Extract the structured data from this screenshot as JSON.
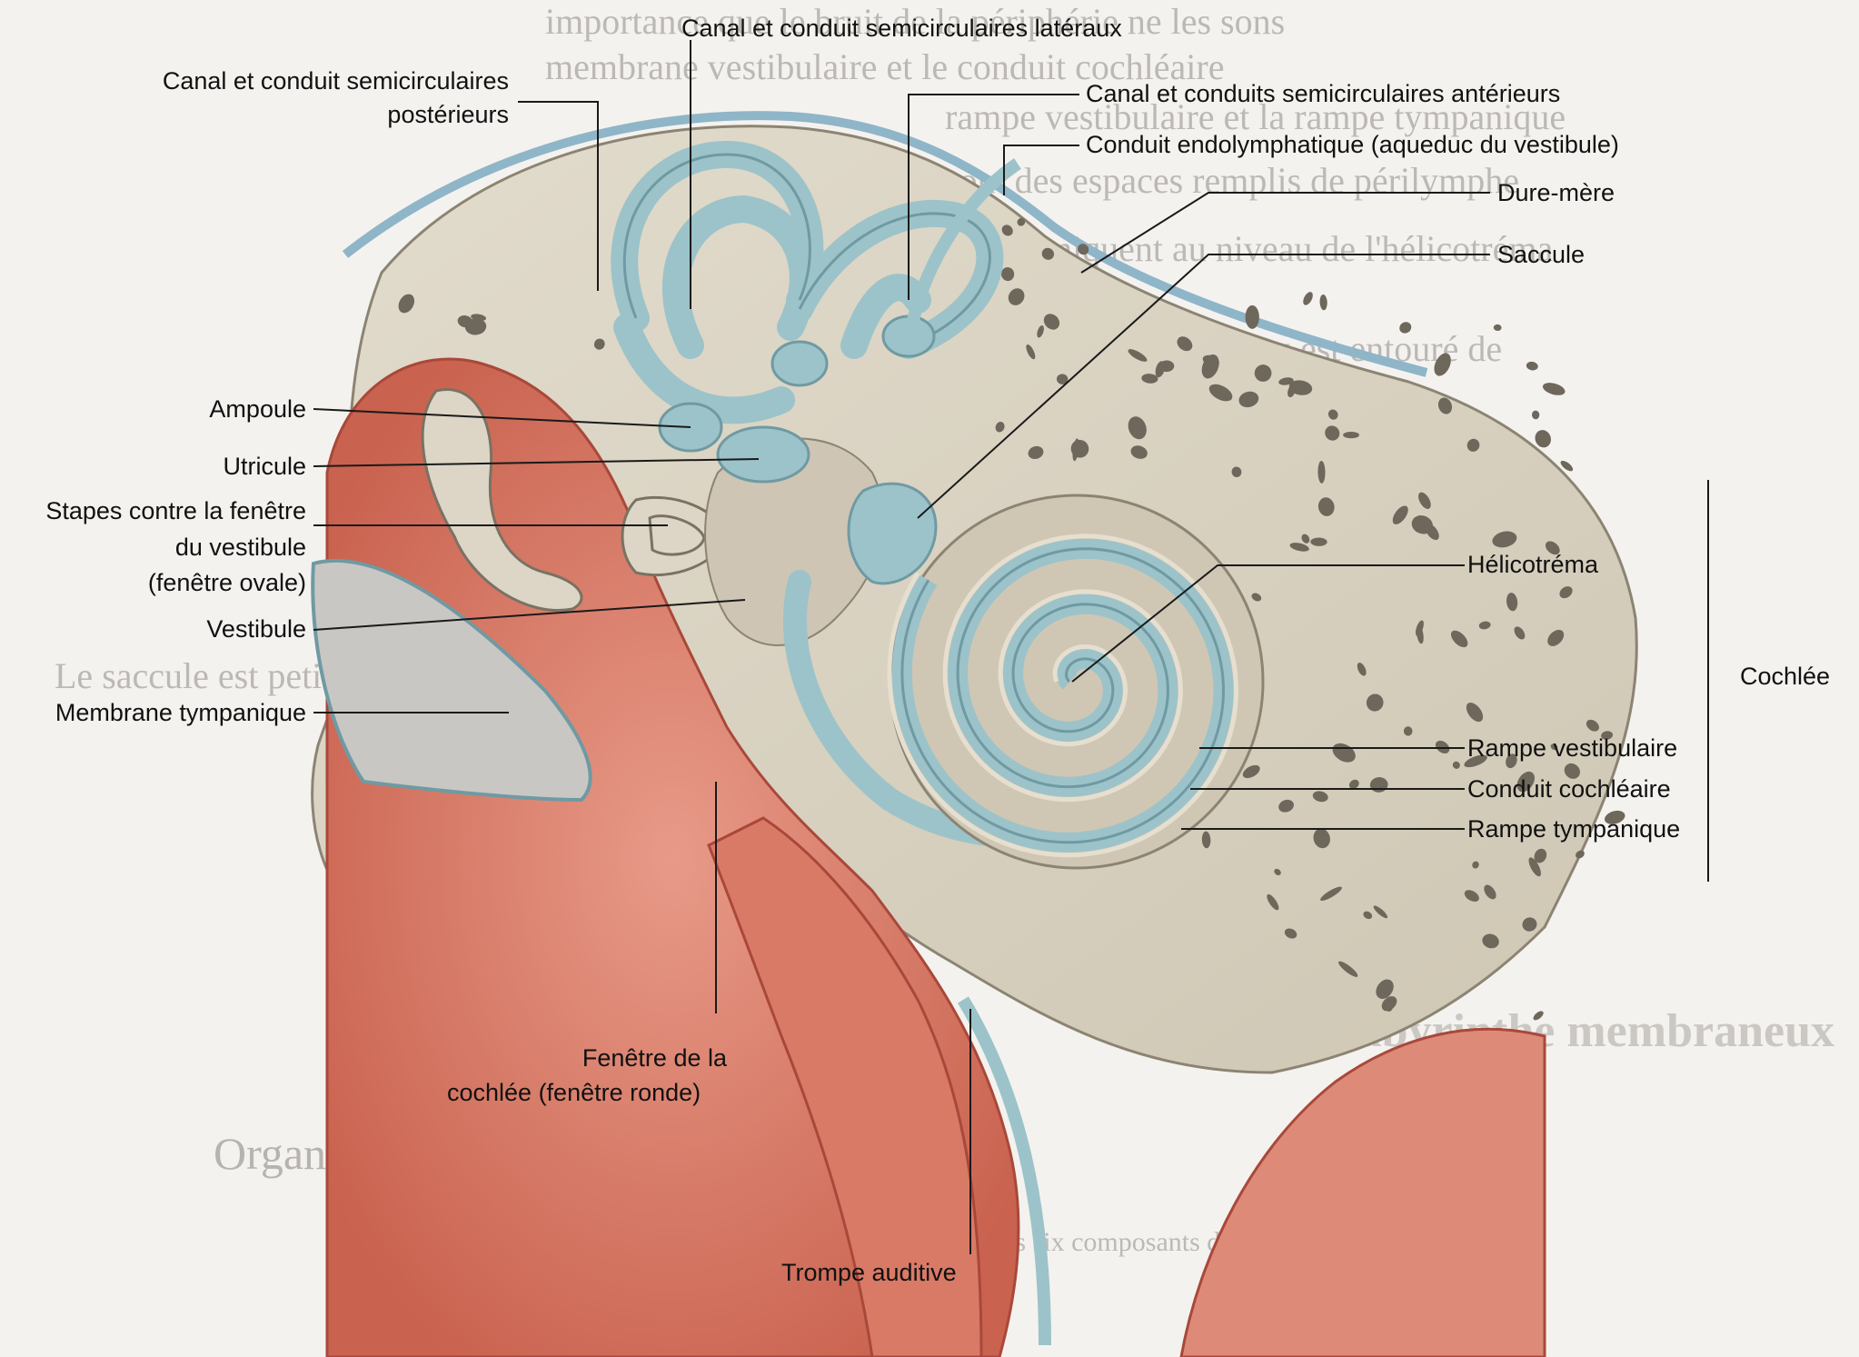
{
  "labels": {
    "lateral": "Canal et conduit semicirculaires latéraux",
    "posterior_1": "Canal et conduit semicirculaires",
    "posterior_2": "postérieurs",
    "anterior": "Canal et conduits semicirculaires antérieurs",
    "endolymph": "Conduit endolymphatique (aqueduc du vestibule)",
    "dura": "Dure-mère",
    "saccule": "Saccule",
    "ampoule": "Ampoule",
    "utricule": "Utricule",
    "stapes_1": "Stapes contre la fenêtre",
    "stapes_2": "du vestibule",
    "stapes_3": "(fenêtre ovale)",
    "vestibule": "Vestibule",
    "tympan": "Membrane tympanique",
    "helicotrema": "Hélicotréma",
    "cochlee": "Cochlée",
    "rampe_vest": "Rampe vestibulaire",
    "conduit_coch": "Conduit cochléaire",
    "rampe_tymp": "Rampe tympanique",
    "fenetre_1": "Fenêtre de la",
    "fenetre_2": "cochlée (fenêtre ronde)",
    "trompe": "Trompe auditive"
  },
  "colors": {
    "bone": "#d9d3c3",
    "bone_hole": "#6e675b",
    "labyrinth": "#9cc3c9",
    "labyrinth_dark": "#6f9aa3",
    "tissue": "#dd8a78",
    "tissue_dark": "#c4604e",
    "paper": "#f4f2ef",
    "leader": "#1a1a1a"
  },
  "background_text": [
    "importance que le bruit de la périphérie ne les sons",
    "membrane vestibulaire et le conduit cochléaire",
    "rampe vestibulaire et la rampe tympanique",
    "sont des espaces remplis de périlymphe",
    "communiquent au niveau de l'hélicotréma",
    "labyrinthe membraneux est entouré de",
    "Le saccule est petit",
    "Labyrinthe membraneux",
    "Organes de l'équilibration",
    "Quatre des six composants du labyrinthe membraneux"
  ]
}
